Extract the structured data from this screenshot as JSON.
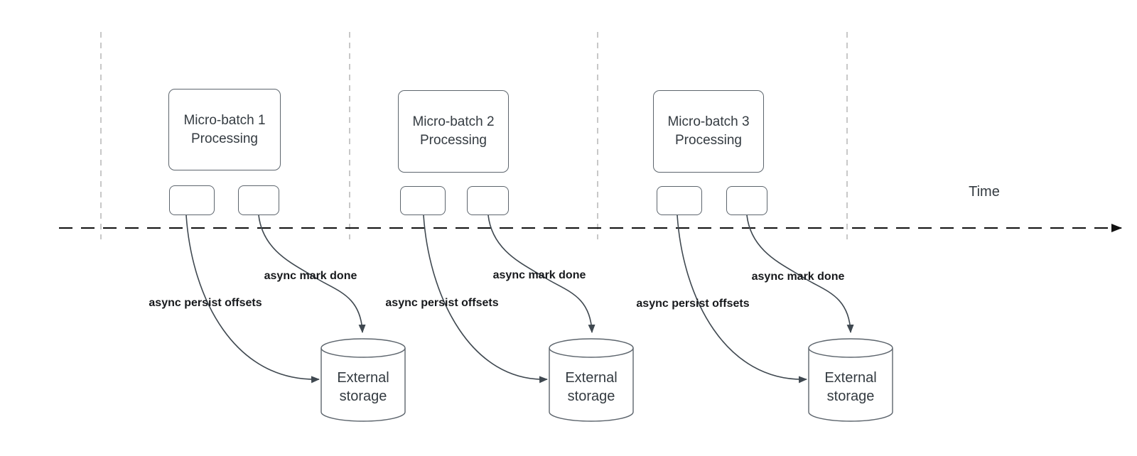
{
  "diagram": {
    "time_axis": {
      "label": "Time"
    },
    "sections": [
      {
        "box_label": "Micro-batch 1 Processing",
        "persist_label": "async persist offsets",
        "done_label": "async mark done",
        "storage_label": "External storage"
      },
      {
        "box_label": "Micro-batch 2 Processing",
        "persist_label": "async persist offsets",
        "done_label": "async mark done",
        "storage_label": "External storage"
      },
      {
        "box_label": "Micro-batch 3 Processing",
        "persist_label": "async persist offsets",
        "done_label": "async mark done",
        "storage_label": "External storage"
      }
    ],
    "colors": {
      "background": "#ffffff",
      "gridline": "#b0b0b0",
      "axis": "#111111",
      "shape_border": "#5d656d",
      "connector": "#3f4850",
      "shape_text": "#343b41",
      "label_text": "#17191c"
    }
  }
}
